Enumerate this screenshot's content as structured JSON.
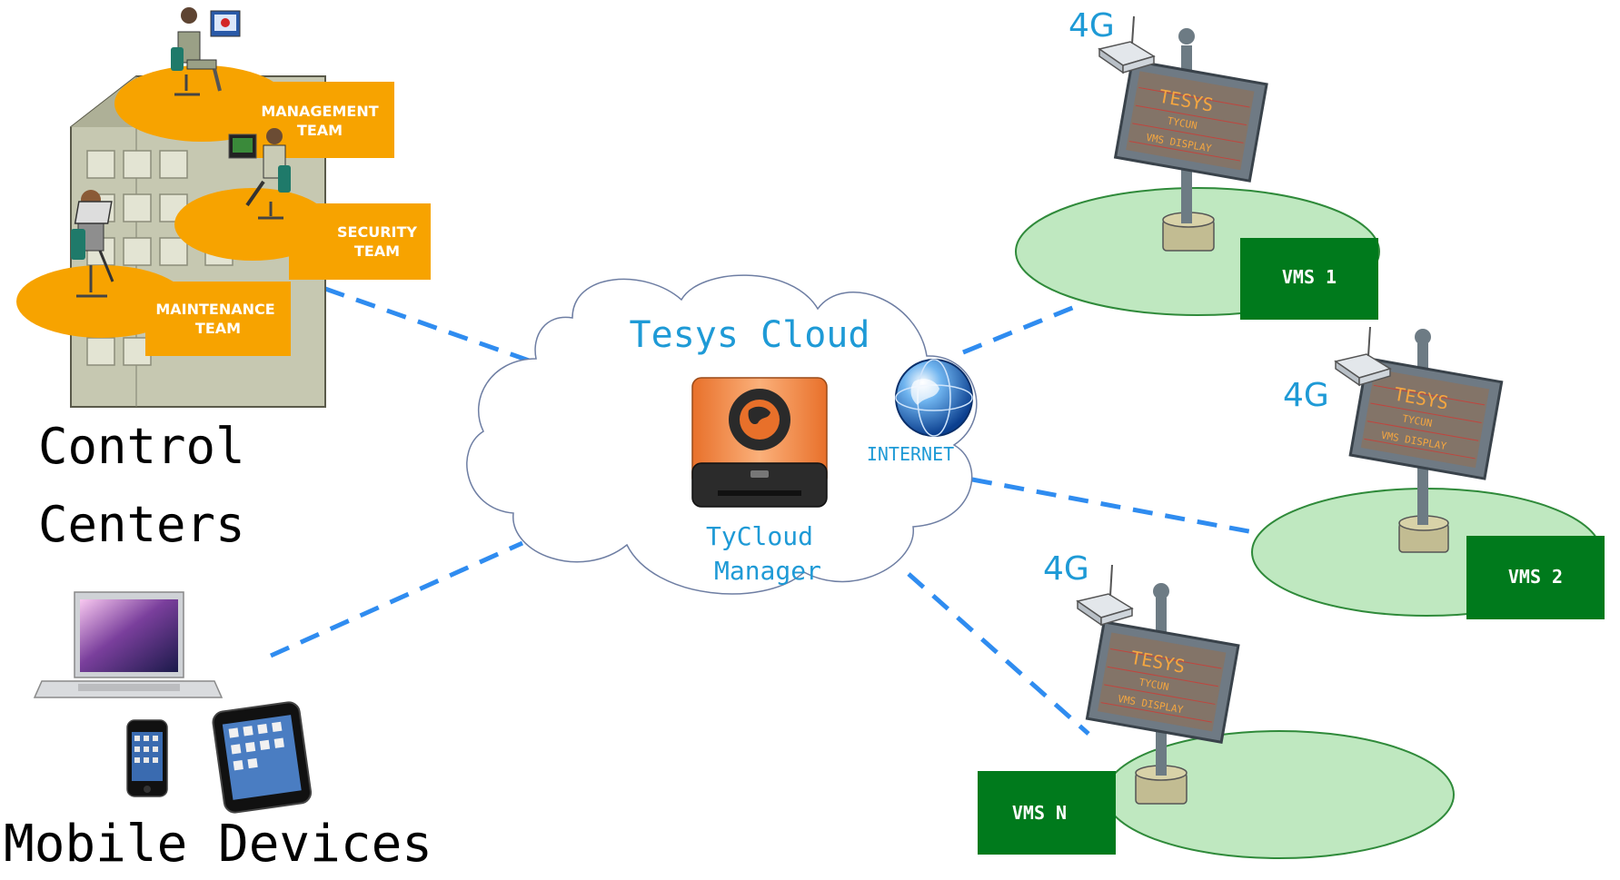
{
  "control_centers": {
    "label_line1": "Control",
    "label_line2": "Centers",
    "teams": [
      {
        "line1": "MANAGEMENT",
        "line2": "TEAM"
      },
      {
        "line1": "SECURITY",
        "line2": "TEAM"
      },
      {
        "line1": "MAINTENANCE",
        "line2": "TEAM"
      }
    ]
  },
  "mobile_devices": {
    "label": "Mobile Devices"
  },
  "cloud": {
    "title": "Tesys Cloud",
    "manager_line1": "TyCloud",
    "manager_line2": "Manager",
    "internet_label": "INTERNET"
  },
  "vms": [
    {
      "label": "VMS 1",
      "network": "4G",
      "sign_brand": "TESYS",
      "sign_line2": "TYCUN",
      "sign_line3": "VMS DISPLAY"
    },
    {
      "label": "VMS 2",
      "network": "4G",
      "sign_brand": "TESYS",
      "sign_line2": "TYCUN",
      "sign_line3": "VMS DISPLAY"
    },
    {
      "label": "VMS N",
      "network": "4G",
      "sign_brand": "TESYS",
      "sign_line2": "TYCUN",
      "sign_line3": "VMS DISPLAY"
    }
  ],
  "colors": {
    "team_orange": "#f7a300",
    "vms_green": "#007a1c",
    "vms_field": "#bfe8c0",
    "link_blue": "#2f8cf0",
    "cloud_text": "#1e9ad6"
  }
}
